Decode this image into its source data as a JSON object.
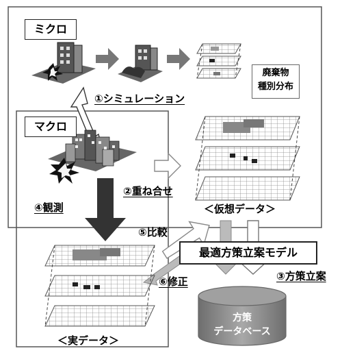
{
  "micro": {
    "label": "ミクロ"
  },
  "macro": {
    "label": "マクロ"
  },
  "waste_label_line1": "廃棄物",
  "waste_label_line2": "種別分布",
  "steps": {
    "simulation": "①シミュレーション",
    "overlay": "②重ね合せ",
    "planning": "③方策立案",
    "observation": "④観測",
    "comparison": "⑤比較",
    "correction": "⑥修正"
  },
  "virtual_data": "＜仮想データ＞",
  "real_data": "＜実データ＞",
  "model": "最適方策立案モデル",
  "database_line1": "方策",
  "database_line2": "データベース",
  "colors": {
    "frame": "#555555",
    "arrow": "#808080",
    "dark_arrow": "#333333",
    "db": "#8a8a8a"
  }
}
